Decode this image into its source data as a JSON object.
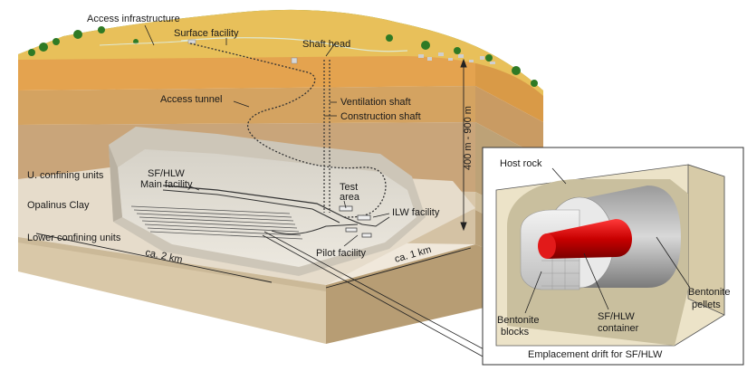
{
  "diagram": {
    "labels": {
      "access_infrastructure": "Access infrastructure",
      "surface_facility": "Surface facility",
      "shaft_head": "Shaft head",
      "access_tunnel": "Access tunnel",
      "ventilation_shaft": "Ventilation shaft",
      "construction_shaft": "Construction shaft",
      "depth": "400 m - 900 m",
      "sf_hlw": "SF/HLW",
      "main_facility": "Main facility",
      "test": "Test",
      "area": "area",
      "ilw_facility": "ILW facility",
      "pilot_facility": "Pilot facility",
      "u_confining_units": "U. confining units",
      "opalinus_clay": "Opalinus Clay",
      "lower_confining_units": "Lower confining units",
      "length_2km": "ca. 2 km",
      "length_1km": "ca. 1 km"
    },
    "inset": {
      "host_rock": "Host rock",
      "bentonite_pellets_1": "Bentonite",
      "bentonite_pellets_2": "pellets",
      "container_1": "SF/HLW",
      "container_2": "container",
      "bentonite_blocks_1": "Bentonite",
      "bentonite_blocks_2": "blocks",
      "caption": "Emplacement drift for SF/HLW"
    },
    "colors": {
      "grass": "#6fb84a",
      "topsoil": "#e8c05a",
      "upper_layer": "#e4a34f",
      "middle_layer": "#c99b63",
      "clay": "#d9c7aa",
      "lower_layer": "#c9b48f",
      "container": "#d40000"
    }
  }
}
